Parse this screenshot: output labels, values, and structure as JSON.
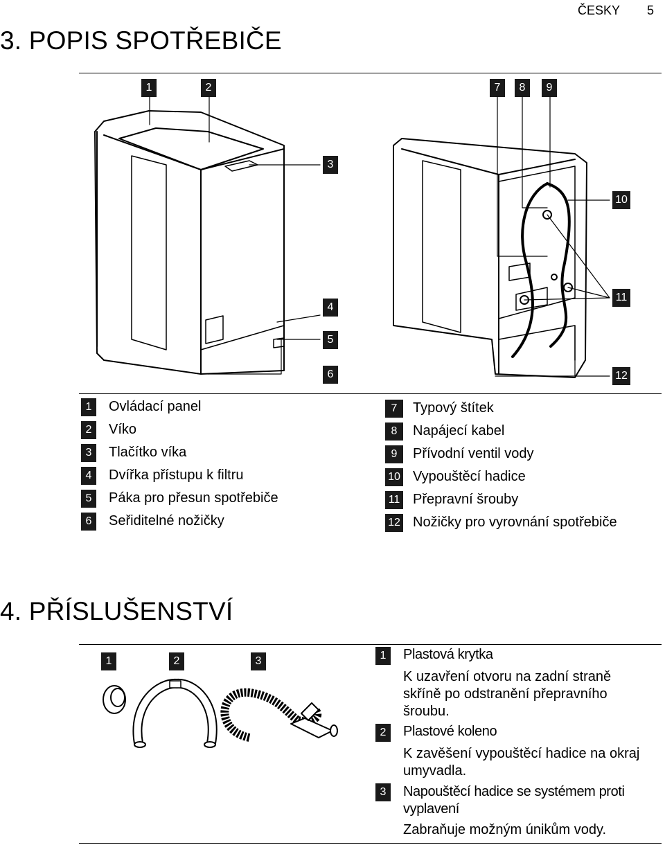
{
  "header": {
    "language": "ČESKY",
    "page_number": "5"
  },
  "section3": {
    "title": "3. POPIS SPOTŘEBIČE",
    "callouts": [
      "1",
      "2",
      "3",
      "4",
      "5",
      "6",
      "7",
      "8",
      "9",
      "10",
      "11",
      "12"
    ],
    "legend_left": [
      {
        "num": "1",
        "text": "Ovládací panel"
      },
      {
        "num": "2",
        "text": "Víko"
      },
      {
        "num": "3",
        "text": "Tlačítko víka"
      },
      {
        "num": "4",
        "text": "Dvířka přístupu k filtru"
      },
      {
        "num": "5",
        "text": "Páka pro přesun spotřebiče"
      },
      {
        "num": "6",
        "text": "Seřiditelné nožičky"
      }
    ],
    "legend_right": [
      {
        "num": "7",
        "text": "Typový štítek"
      },
      {
        "num": "8",
        "text": "Napájecí kabel"
      },
      {
        "num": "9",
        "text": "Přívodní ventil vody"
      },
      {
        "num": "10",
        "text": "Vypouštěcí hadice"
      },
      {
        "num": "11",
        "text": "Přepravní šrouby"
      },
      {
        "num": "12",
        "text": "Nožičky pro vyrovnání spotřebiče"
      }
    ]
  },
  "section4": {
    "title": "4. PŘÍSLUŠENSTVÍ",
    "callouts": [
      "1",
      "2",
      "3"
    ],
    "items": [
      {
        "num": "1",
        "title": "Plastová krytka",
        "desc": "K uzavření otvoru na zadní straně skříně po odstranění přepravního šroubu."
      },
      {
        "num": "2",
        "title": "Plastové koleno",
        "desc": "K zavěšení vypouštěcí hadice na okraj umyvadla."
      },
      {
        "num": "3",
        "title": "Napouštěcí hadice se systémem proti vyplavení",
        "desc": "Zabraňuje možným únikům vody."
      }
    ]
  }
}
